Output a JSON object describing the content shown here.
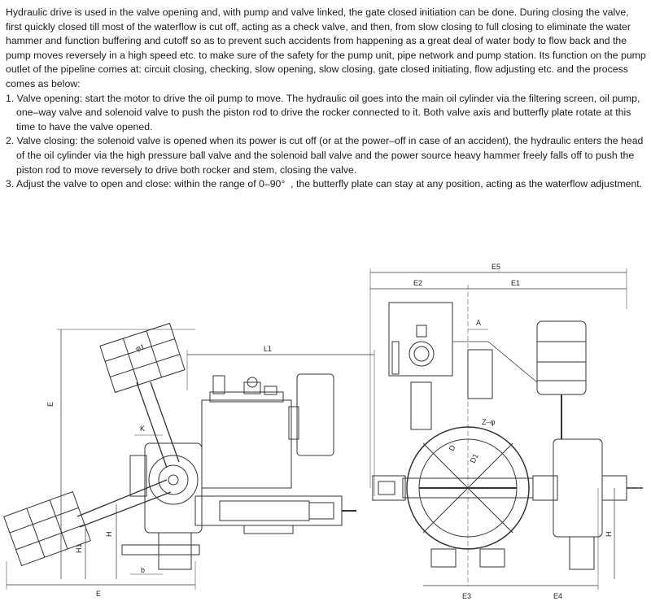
{
  "intro": "Hydraulic drive is used in the valve opening and, with pump and valve linked, the gate closed initiation can be done. During closing the valve, first quickly closed till most of the waterflow is cut off, acting as a check valve, and then, from slow closing to full closing to eliminate the water hammer and function buffering and cutoff so as to prevent such accidents from happening as a great deal of water body to flow back and the pump moves reversely in a high speed etc. to make sure of the safety for the pump unit, pipe network and pump station. Its function on the pump outlet of the pipeline comes at: circuit closing, checking, slow opening, slow closing, gate closed initiating, flow adjusting etc. and the process comes as below:",
  "steps": [
    "1. Valve opening: start the motor to drive the oil pump to move. The hydraulic oil goes into the main oil cylinder via the filtering screen, oil pump, one–way valve and solenoid valve to push the piston rod to drive the rocker connected to it. Both valve axis and butterfly plate rotate at this time to have the valve opened.",
    "2. Valve closing: the solenoid valve is opened when its power is cut off (or at the power–off in case of an accident), the hydraulic enters the head of the oil cylinder via the high pressure ball valve and the solenoid ball valve and the power source heavy hammer freely falls off to push the piston rod to move reversely to drive both rocker and stem, closing the valve.",
    "3. Adjust the valve to open and close: within the range of 0–90°  , the butterfly plate can stay at any position, acting as the waterflow adjustment."
  ],
  "dimensions": {
    "L1": "L1",
    "E": "E",
    "K": "K",
    "H": "H",
    "H1": "H1",
    "b": "b",
    "phi1": "φ1",
    "E5": "E5",
    "E2": "E2",
    "E1": "E1",
    "A": "A",
    "Z": "Z–φ",
    "D": "D",
    "D1": "D1",
    "E3": "E3",
    "E4": "E4"
  }
}
